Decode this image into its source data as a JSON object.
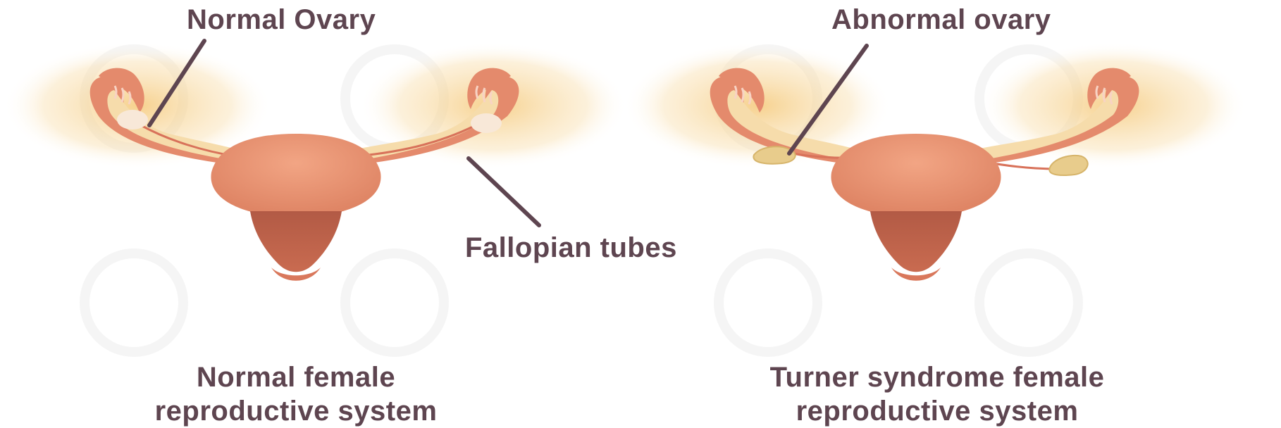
{
  "labels": {
    "normal_ovary": "Normal Ovary",
    "abnormal_ovary": "Abnormal ovary",
    "fallopian_tubes": "Fallopian tubes"
  },
  "captions": {
    "left_line1": "Normal female",
    "left_line2": "reproductive system",
    "right_line1": "Turner syndrome female",
    "right_line2": "reproductive system"
  },
  "colors": {
    "label_text": "#5e4550",
    "uterus": "#e48a6c",
    "uterus_dark": "#b65a44",
    "tube_fill": "#f6dcab",
    "glow": "#f5c97a",
    "healthy_ovary": "#f8e8d8",
    "streak_ovary": "#e8cc8c"
  }
}
